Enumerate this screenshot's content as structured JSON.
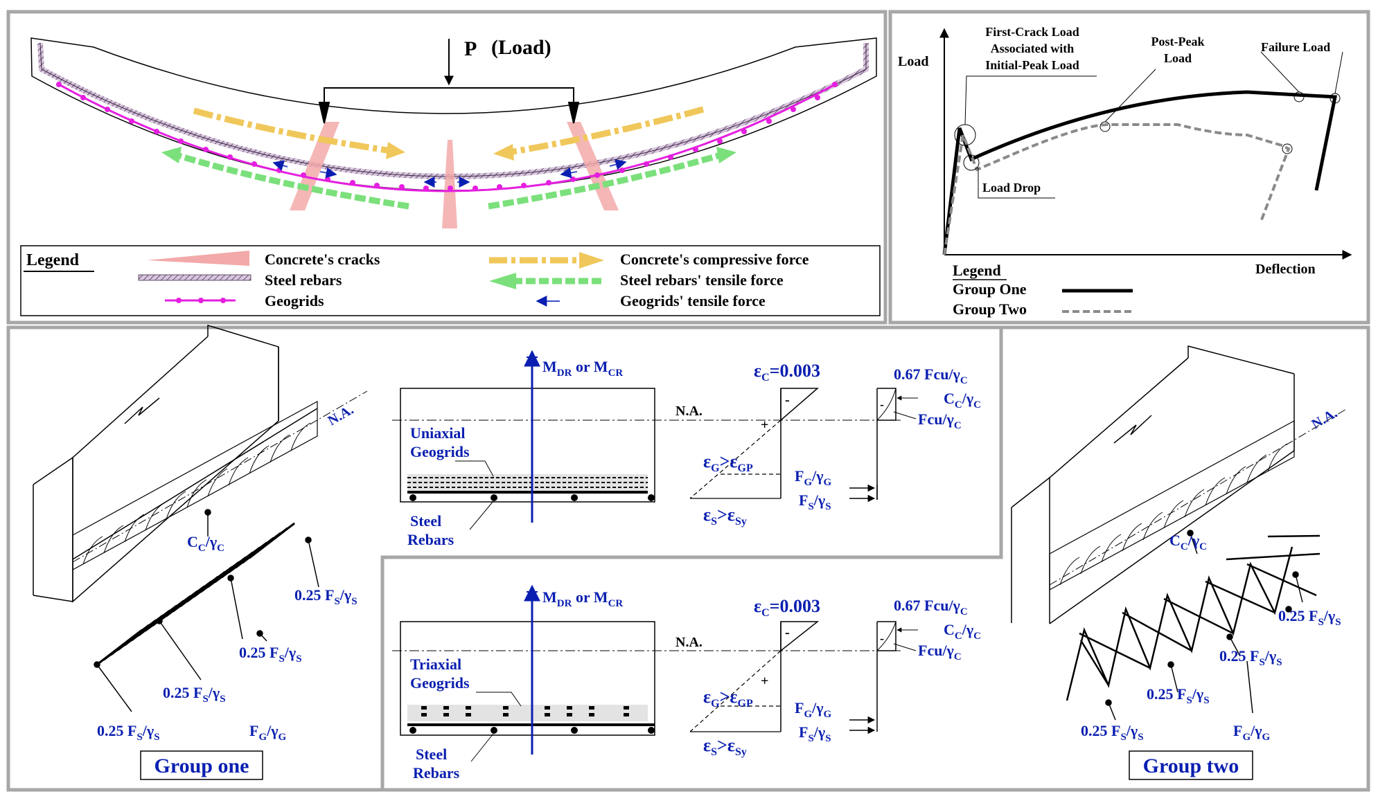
{
  "beam": {
    "load_symbol": "P",
    "load_text": "(Load)",
    "legend_title": "Legend",
    "legend": {
      "cracks": "Concrete's cracks",
      "rebars": "Steel rebars",
      "geogrids": "Geogrids",
      "compressive": "Concrete's compressive force",
      "rebar_tensile": "Steel rebars' tensile force",
      "geogrid_tensile": "Geogrids' tensile force"
    },
    "colors": {
      "crack": "#f3a9a9",
      "geogrid": "#e51ee0",
      "compressive": "#f0c75a",
      "rebar_tensile": "#7be07b",
      "geogrid_tensile": "#3a4fc8",
      "rebar": "#8d6e98"
    }
  },
  "curve": {
    "y_axis": "Load",
    "x_axis": "Deflection",
    "first_crack": [
      "First-Crack Load",
      "Associated with",
      "Initial-Peak Load"
    ],
    "post_peak": [
      "Post-Peak",
      "Load"
    ],
    "failure": "Failure Load",
    "load_drop": "Load Drop",
    "legend_title": "Legend",
    "group_one": "Group One",
    "group_two": "Group Two"
  },
  "section": {
    "moment_label": "M",
    "moment_sub1": "DR",
    "moment_or": " or M",
    "moment_sub2": "CR",
    "na": "N.A.",
    "eps_c": "=0.003",
    "plus": "+",
    "minus": "-",
    "stress_top": "0.67 Fcu/γ",
    "cc": "C",
    "fcu": "Fcu/γ",
    "fg": "F",
    "fs": "F",
    "steel_line1": "Steel",
    "steel_line2": "Rebars",
    "uniaxial_line1": "Uniaxial",
    "uniaxial_line2": "Geogrids",
    "triaxial_line1": "Triaxial",
    "triaxial_line2": "Geogrids"
  },
  "groups": {
    "group_one": "Group one",
    "group_two": "Group two",
    "na": "N.A.",
    "cc": "C",
    "force_fs": "0.25 F",
    "force_fg": "F"
  }
}
